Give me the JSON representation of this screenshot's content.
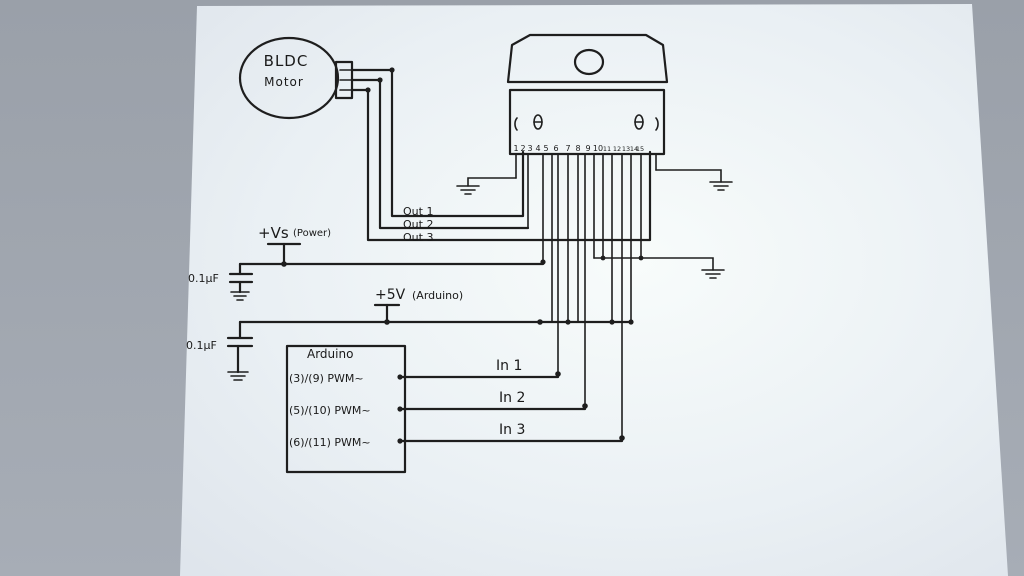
{
  "motor": {
    "line1": "BLDC",
    "line2": "Motor"
  },
  "ic": {
    "pins": [
      "1",
      "2",
      "3",
      "4",
      "5",
      "6",
      "7",
      "8",
      "9",
      "10",
      "11",
      "12",
      "13",
      "14",
      "15"
    ]
  },
  "outputs": [
    "Out 1",
    "Out 2",
    "Out 3"
  ],
  "power": {
    "vs_label": "+Vs",
    "vs_note": "(Power)",
    "v5_label": "+5V",
    "v5_note": "(Arduino)"
  },
  "capacitors": [
    "0.1µF",
    "0.1µF"
  ],
  "arduino": {
    "title": "Arduino",
    "rows": [
      "(3)/(9) PWM~",
      "(5)/(10) PWM~",
      "(6)/(11) PWM~"
    ]
  },
  "inputs": [
    "In 1",
    "In 2",
    "In 3"
  ],
  "colors": {
    "ink": "#1e1e1e",
    "paper": "#eef3f6",
    "paper_glow": "#f7fbfb",
    "background": "#a2a8b1"
  }
}
